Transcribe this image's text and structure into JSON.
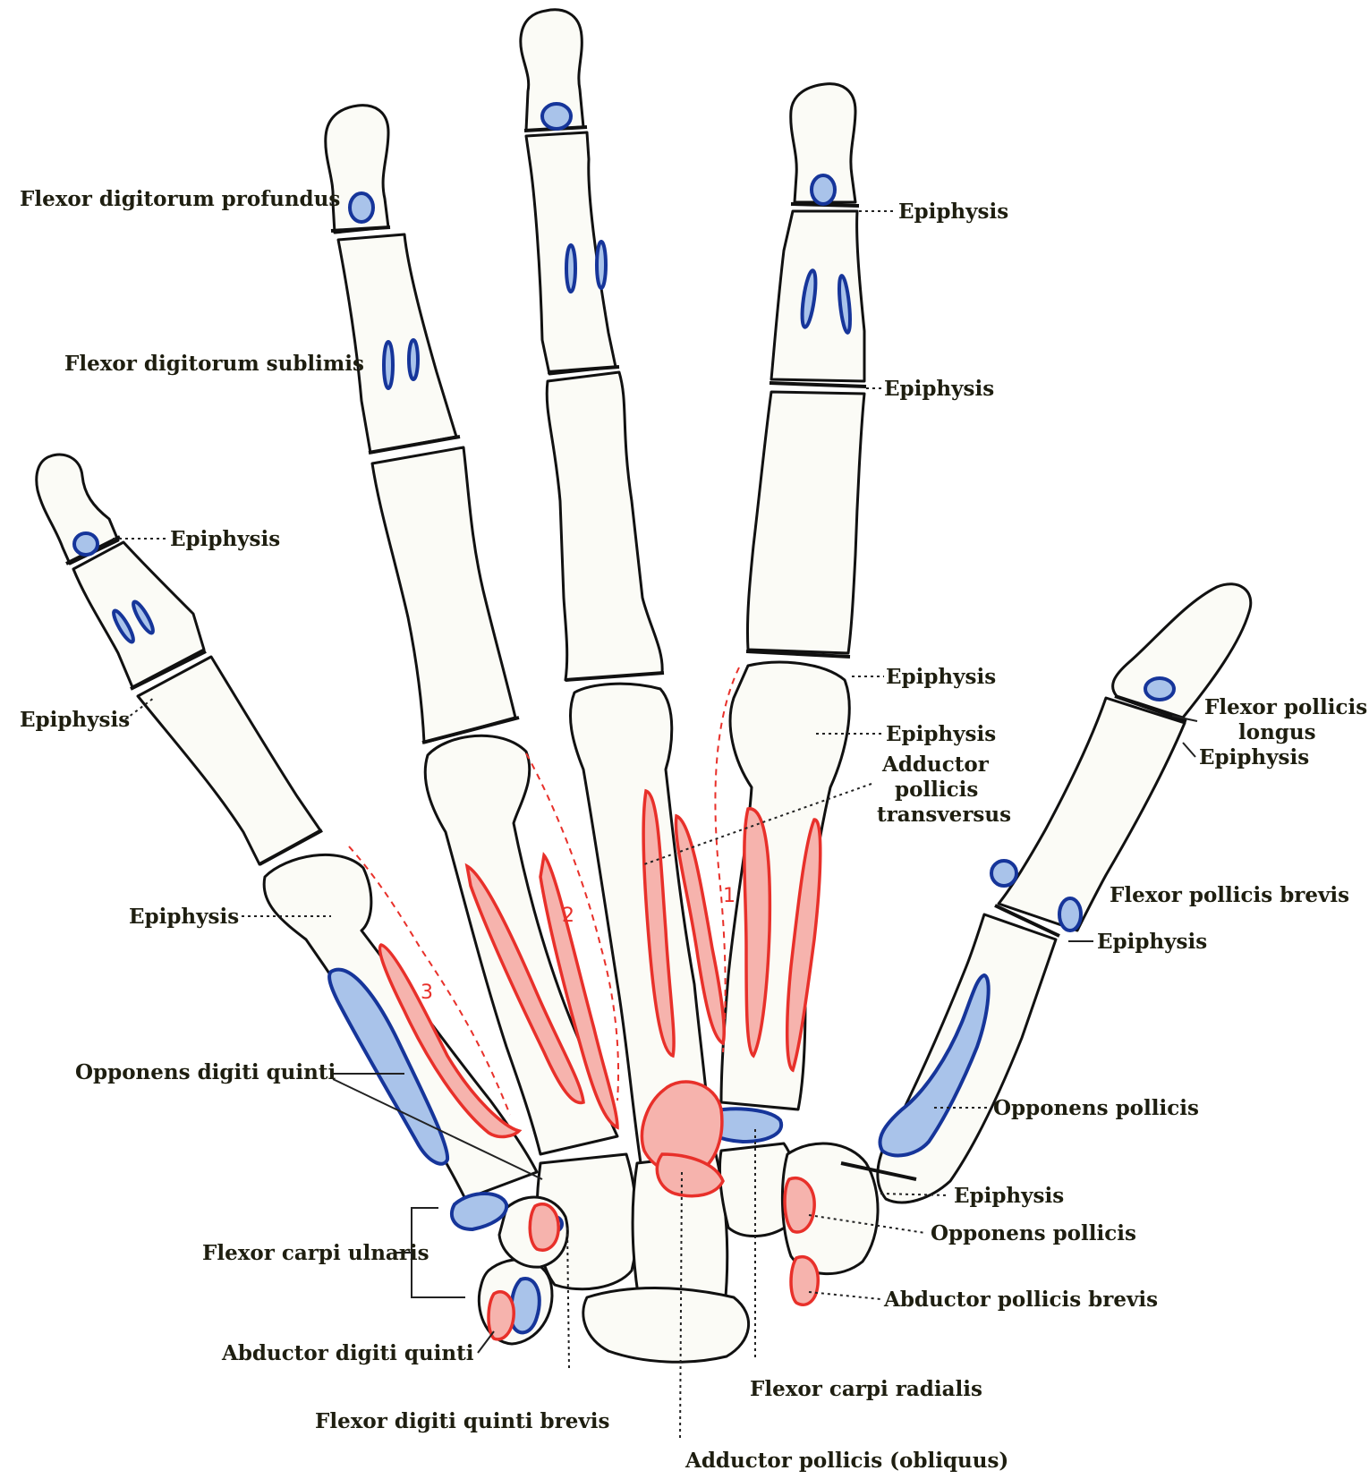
{
  "labels": {
    "flexor_digitorum_profundus": "Flexor digitorum profundus",
    "flexor_digitorum_sublimis": "Flexor digitorum sublimis",
    "epiphysis_index_distal": "Epiphysis",
    "epiphysis_index_middle": "Epiphysis",
    "epiphysis_index_proximal": "Epiphysis",
    "epiphysis_index_metacarpal": "Epiphysis",
    "epiphysis_little_distal": "Epiphysis",
    "epiphysis_little_middle": "Epiphysis",
    "epiphysis_little_metacarpal": "Epiphysis",
    "adductor_pollicis_transversus_1": "Adductor",
    "adductor_pollicis_transversus_2": "pollicis",
    "adductor_pollicis_transversus_3": "transversus",
    "flexor_pollicis_longus_1": "Flexor pollicis",
    "flexor_pollicis_longus_2": "longus",
    "epiphysis_thumb_distal": "Epiphysis",
    "flexor_pollicis_brevis": "Flexor pollicis brevis",
    "epiphysis_thumb_proximal": "Epiphysis",
    "opponens_digiti_quinti": "Opponens digiti quinti",
    "opponens_pollicis_metacarpal": "Opponens pollicis",
    "epiphysis_thumb_metacarpal": "Epiphysis",
    "opponens_pollicis_trapezium": "Opponens pollicis",
    "flexor_carpi_ulnaris": "Flexor carpi ulnaris",
    "abductor_pollicis_brevis": "Abductor pollicis brevis",
    "abductor_digiti_quinti": "Abductor digiti quinti",
    "flexor_carpi_radialis": "Flexor carpi radialis",
    "flexor_digiti_quinti_brevis": "Flexor digiti quinti brevis",
    "adductor_pollicis_obliquus": "Adductor pollicis (obliquus)"
  },
  "interosseous_numbers": {
    "first": "1",
    "second": "2",
    "third": "3"
  },
  "colors": {
    "insertion": "#16359a",
    "origin": "#e8302a",
    "bone_outline": "#111111",
    "label_text": "#1e1e10"
  }
}
